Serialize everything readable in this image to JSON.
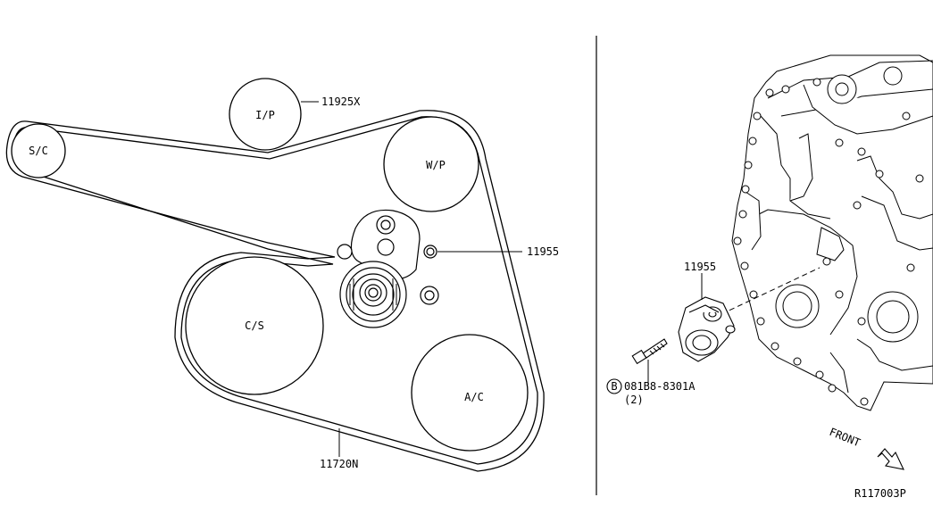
{
  "pulleys": {
    "sc": "S/C",
    "ip": "I/P",
    "wp": "W/P",
    "cs": "C/S",
    "ac": "A/C"
  },
  "parts": {
    "ip_pulley_no": "11925X",
    "tensioner_no": "11955",
    "belt_no": "11720N",
    "tensioner_detail_no": "11955",
    "bolt_marker": "B",
    "bolt_no": "081B8-8301A",
    "bolt_qty": "(2)"
  },
  "direction_label": "FRONT",
  "figure_code": "R117003P"
}
